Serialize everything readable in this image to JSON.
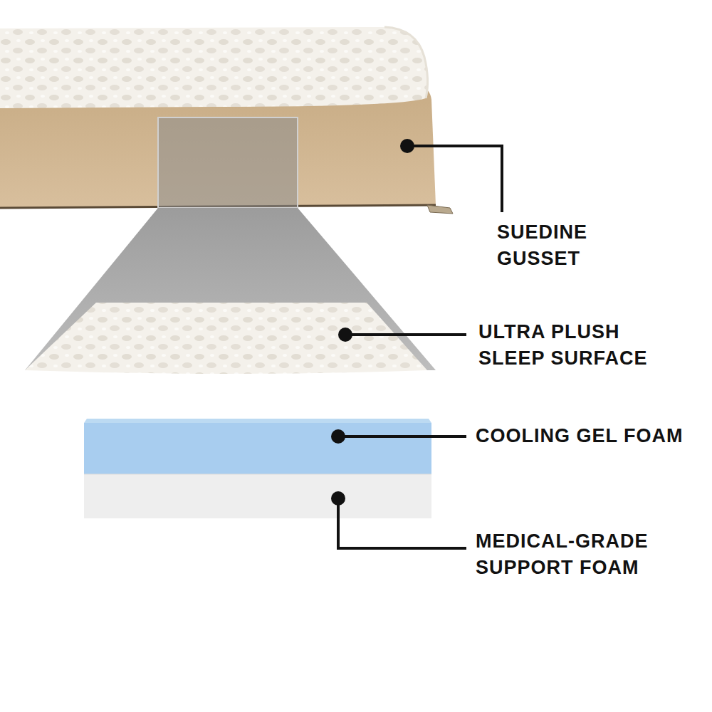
{
  "diagram": {
    "labels": [
      "SUEDINE GUSSET",
      "ULTRA PLUSH SLEEP SURFACE",
      "COOLING GEL FOAM",
      "MEDICAL-GRADE SUPPORT FOAM"
    ]
  }
}
